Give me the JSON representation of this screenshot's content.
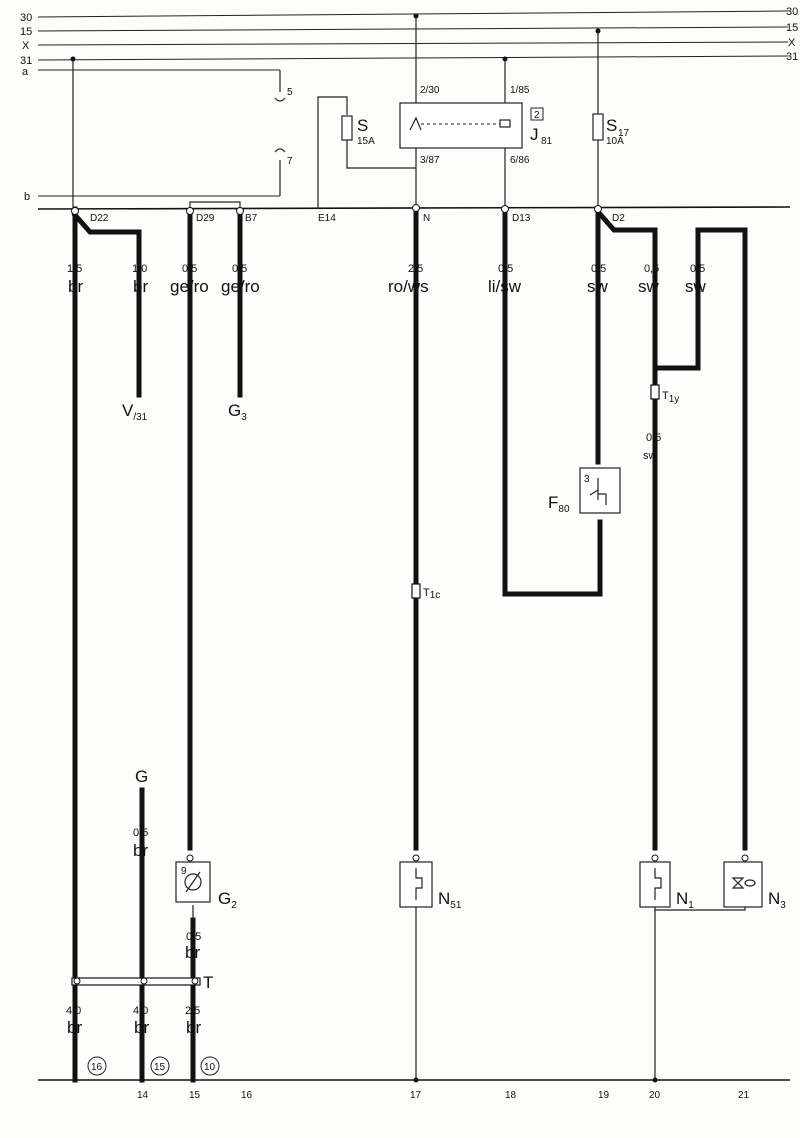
{
  "bus_lines": {
    "l30": "30",
    "l15": "15",
    "lx": "X",
    "l31": "31",
    "r30": "30",
    "r15": "15",
    "rx": "X",
    "r31": "31",
    "a": "a",
    "b": "b"
  },
  "relay_box": {
    "pin5": "5",
    "pin7": "7"
  },
  "fuse_s": {
    "label": "S",
    "rating": "15A"
  },
  "relay_j81": {
    "label": "J",
    "sub": "81",
    "badge": "2",
    "pin_230": "2/30",
    "pin_387": "3/87",
    "pin_185": "1/85",
    "pin_686": "6/86"
  },
  "fuse_s17": {
    "label": "S",
    "sub": "17",
    "rating": "10A"
  },
  "connectors": {
    "d22": "D22",
    "d29": "D29",
    "b7": "B7",
    "e14": "E14",
    "n": "N",
    "d13": "D13",
    "d2": "D2"
  },
  "wires": [
    {
      "gauge": "1,5",
      "color": "br"
    },
    {
      "gauge": "1,0",
      "color": "br"
    },
    {
      "gauge": "0,5",
      "color": "ge/ro"
    },
    {
      "gauge": "0,5",
      "color": "ge/ro"
    },
    {
      "gauge": "2,5",
      "color": "ro/ws"
    },
    {
      "gauge": "0,5",
      "color": "li/sw"
    },
    {
      "gauge": "0,5",
      "color": "sw"
    },
    {
      "gauge": "0,5",
      "color": "sw"
    },
    {
      "gauge": "0,5",
      "color": "sw"
    }
  ],
  "wire_t1y": {
    "gauge": "0,5",
    "color": "sw"
  },
  "wire_g": {
    "gauge": "0,5",
    "color": "br"
  },
  "wire_g2_low": {
    "gauge": "0,5",
    "color": "br"
  },
  "wires_bottom": [
    {
      "gauge": "4,0",
      "color": "br"
    },
    {
      "gauge": "4,0",
      "color": "br"
    },
    {
      "gauge": "2,5",
      "color": "br"
    }
  ],
  "components": {
    "v31": {
      "main": "V",
      "sub": "/31"
    },
    "g3": {
      "main": "G",
      "sub": "3"
    },
    "g": {
      "main": "G"
    },
    "g2": {
      "main": "G",
      "sub": "2",
      "pin": "9"
    },
    "t1c": {
      "main": "T",
      "sub": "1c"
    },
    "t1y": {
      "main": "T",
      "sub": "1y"
    },
    "f80": {
      "main": "F",
      "sub": "80",
      "pin": "3"
    },
    "n51": {
      "main": "N",
      "sub": "51"
    },
    "n1": {
      "main": "N",
      "sub": "1"
    },
    "n3": {
      "main": "N",
      "sub": "3"
    },
    "t": {
      "main": "T"
    }
  },
  "ground_refs": [
    "16",
    "15",
    "10"
  ],
  "current_tracks": [
    "14",
    "15",
    "16",
    "17",
    "18",
    "19",
    "20",
    "21"
  ]
}
